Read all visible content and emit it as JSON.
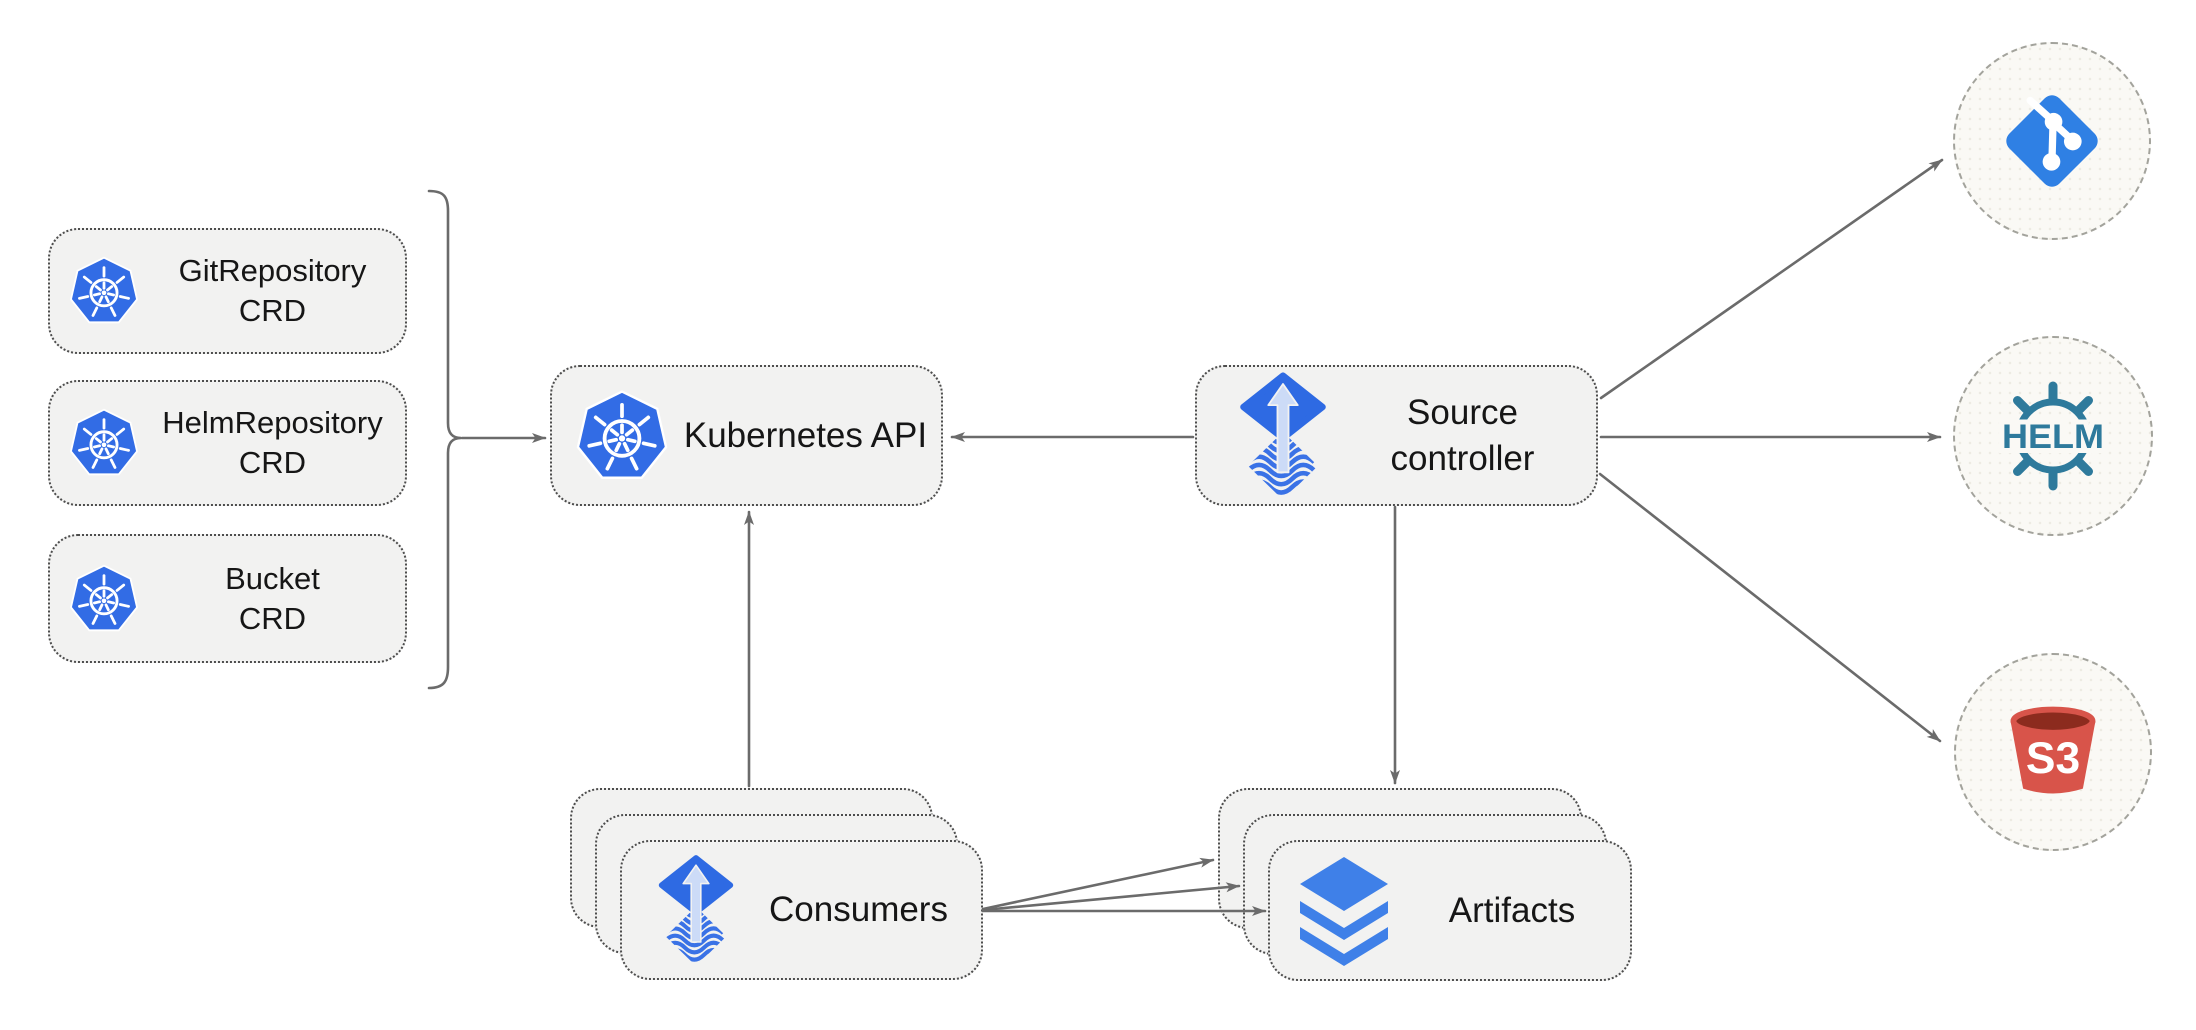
{
  "diagram": {
    "nodes": {
      "crds": [
        {
          "line1": "GitRepository",
          "line2": "CRD"
        },
        {
          "line1": "HelmRepository",
          "line2": "CRD"
        },
        {
          "line1": "Bucket",
          "line2": "CRD"
        }
      ],
      "kubernetes_api": {
        "label": "Kubernetes API"
      },
      "source_controller": {
        "line1": "Source",
        "line2": "controller"
      },
      "consumers": {
        "label": "Consumers"
      },
      "artifacts": {
        "label": "Artifacts"
      },
      "helm": {
        "label": "HELM"
      },
      "s3": {
        "label": "S3"
      }
    },
    "colors": {
      "kubernetes_blue": "#326ce5",
      "flux_blue": "#2e6ae3",
      "flux_arrow": "#ccdbf7",
      "flux_stripe": "#3a72e6",
      "git_blue": "#2f80e4",
      "layers_blue": "#3f80e8",
      "helm_teal": "#2e7a9c",
      "s3_red": "#d8544a",
      "s3_dark": "#8c2b1e",
      "arrow_gray": "#6b6b6b",
      "box_fill": "#f2f2f1",
      "circle_fill": "#faf9f5",
      "border_dark": "#4d4d4d",
      "border_circle": "#a3a39c",
      "text_color": "#161616"
    }
  }
}
